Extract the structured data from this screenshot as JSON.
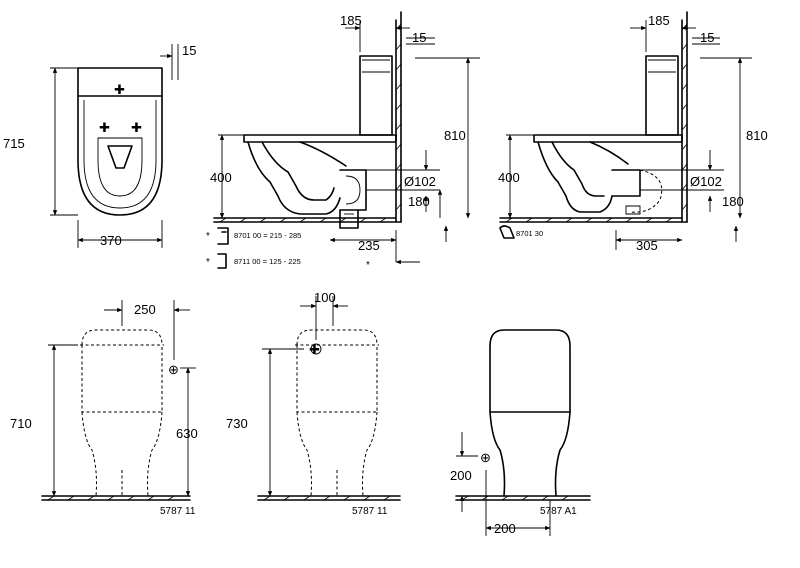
{
  "views": {
    "top_view": {
      "dim_width": "370",
      "dim_depth": "715",
      "dim_offset": "15"
    },
    "side_view_a": {
      "dim_cistern": "185",
      "dim_offset": "15",
      "dim_height": "810",
      "dim_seat_height": "400",
      "dim_outlet_diameter": "Ø102",
      "dim_outlet_height": "180",
      "dim_outlet_distance": "235",
      "note_1": "8701 00 = 215 - 285",
      "note_2": "8711 00 = 125 - 225"
    },
    "side_view_b": {
      "dim_cistern": "185",
      "dim_offset": "15",
      "dim_height": "810",
      "dim_seat_height": "400",
      "dim_outlet_diameter": "Ø102",
      "dim_outlet_height": "180",
      "dim_outlet_distance": "305",
      "note": "8701 30"
    },
    "front_view_1": {
      "dim_top": "250",
      "dim_height": "710",
      "dim_inlet_height": "630",
      "code": "5787 11"
    },
    "front_view_2": {
      "dim_top": "100",
      "dim_height": "730",
      "code": "5787 11"
    },
    "front_view_3": {
      "dim_height": "200",
      "dim_width": "200",
      "code": "5787 A1"
    }
  }
}
